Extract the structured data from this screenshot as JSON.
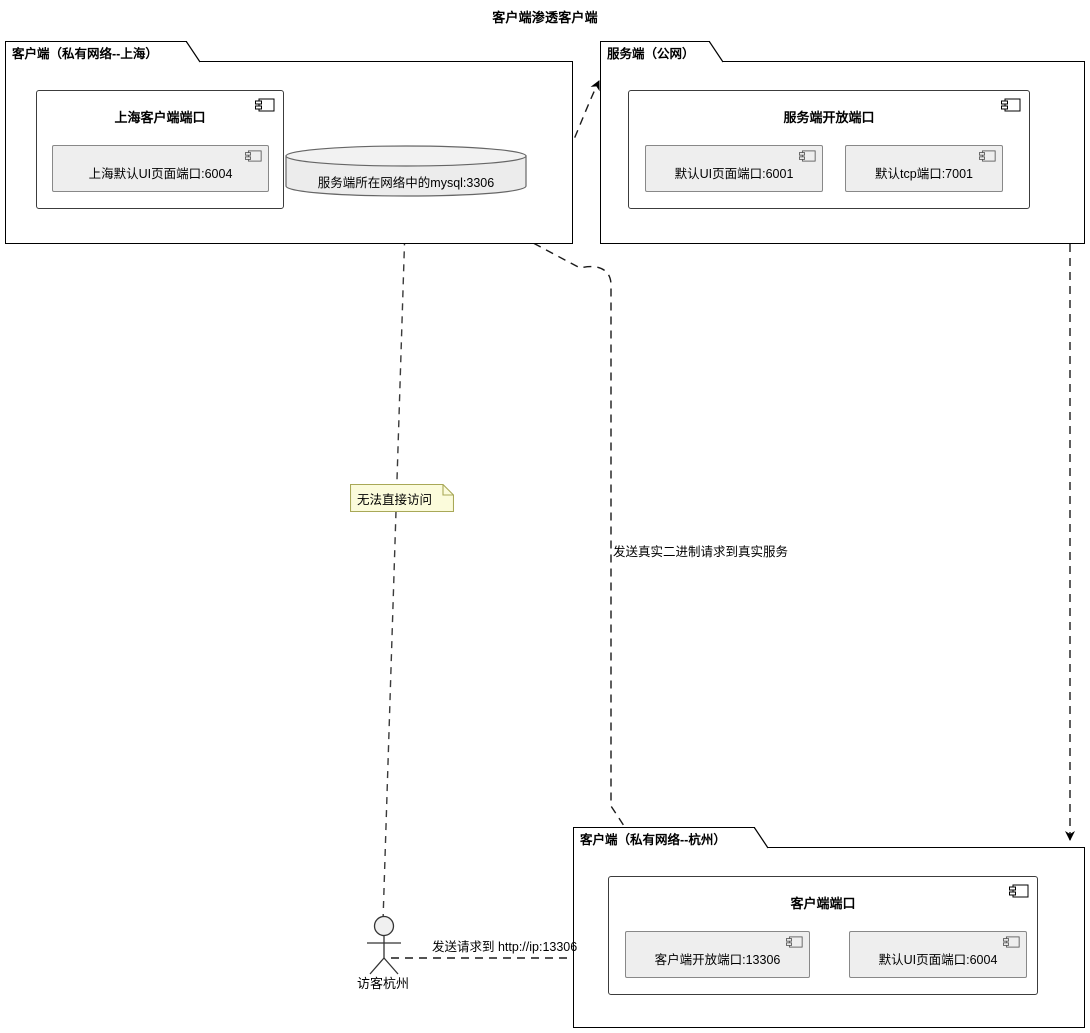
{
  "diagram": {
    "title": "客户端渗透客户端",
    "type": "uml-deployment-diagram"
  },
  "colors": {
    "background": "#ffffff",
    "line": "#000000",
    "component_border": "#3c3c3c",
    "port_fill": "#eeeeee",
    "port_border": "#888888",
    "note_fill": "#fbfbdb",
    "note_border": "#a8a857",
    "db_fill": "#ececec",
    "db_border": "#666666"
  },
  "packages": [
    {
      "id": "client-shanghai",
      "label": "客户端（私有网络--上海）",
      "component": {
        "id": "shanghai-client-ports",
        "title": "上海客户端端口",
        "icon": "component-icon",
        "ports": [
          {
            "id": "shanghai-ui-port",
            "label": "上海默认UI页面端口:6004",
            "icon": "component-icon"
          }
        ]
      }
    },
    {
      "id": "server-public",
      "label": "服务端（公网）",
      "component": {
        "id": "server-open-ports",
        "title": "服务端开放端口",
        "icon": "component-icon",
        "ports": [
          {
            "id": "server-ui-port",
            "label": "默认UI页面端口:6001",
            "icon": "component-icon"
          },
          {
            "id": "server-tcp-port",
            "label": "默认tcp端口:7001",
            "icon": "component-icon"
          }
        ]
      }
    },
    {
      "id": "client-hangzhou",
      "label": "客户端（私有网络--杭州）",
      "component": {
        "id": "hangzhou-client-ports",
        "title": "客户端端口",
        "icon": "component-icon",
        "ports": [
          {
            "id": "hangzhou-open-port",
            "label": "客户端开放端口:13306",
            "icon": "component-icon"
          },
          {
            "id": "hangzhou-ui-port",
            "label": "默认UI页面端口:6004",
            "icon": "component-icon"
          }
        ]
      }
    }
  ],
  "database": {
    "id": "server-network-mysql",
    "label": "服务端所在网络中的mysql:3306",
    "shape": "cylinder"
  },
  "actor": {
    "id": "visitor-hangzhou",
    "label": "访客杭州",
    "shape": "stick-figure"
  },
  "notes": [
    {
      "id": "no-direct-access-note",
      "text": "无法直接访问"
    }
  ],
  "edges": [
    {
      "id": "shanghai-to-server",
      "from": "client-shanghai",
      "to": "server-public",
      "style": "dashed",
      "arrow": "open",
      "label": ""
    },
    {
      "id": "server-to-hangzhou",
      "from": "server-public",
      "to": "client-hangzhou",
      "style": "dashed",
      "arrow": "open",
      "label": ""
    },
    {
      "id": "hangzhou-port-to-mysql",
      "from": "hangzhou-open-port",
      "to": "server-network-mysql",
      "style": "dashed",
      "arrow": "open",
      "label": "发送真实二进制请求到真实服务"
    },
    {
      "id": "actor-to-mysql",
      "from": "visitor-hangzhou",
      "to": "server-network-mysql",
      "style": "dashed",
      "arrow": "none",
      "label": "无法直接访问"
    },
    {
      "id": "actor-to-hangzhou-port",
      "from": "visitor-hangzhou",
      "to": "hangzhou-open-port",
      "style": "dashed",
      "arrow": "open",
      "label": "发送请求到 http://ip:13306"
    }
  ],
  "edge_labels": {
    "binary_request": "发送真实二进制请求到真实服务",
    "http_request": "发送请求到 http://ip:13306"
  }
}
